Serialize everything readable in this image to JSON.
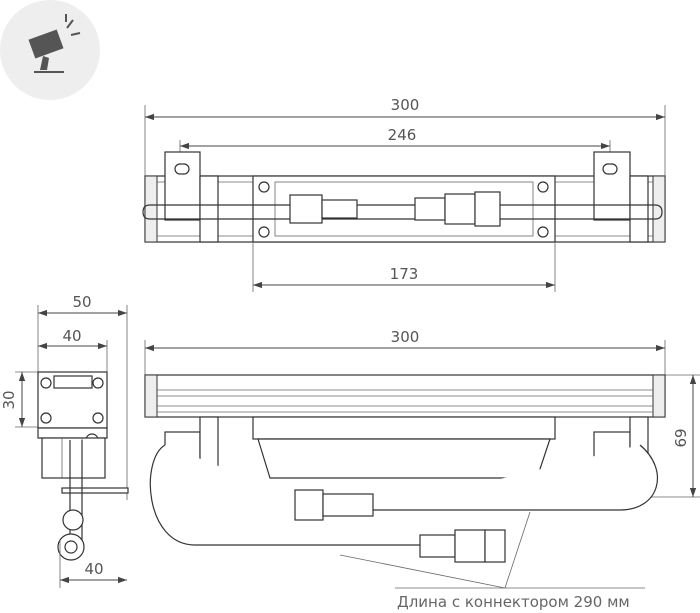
{
  "top_view": {
    "dim_overall": "300",
    "dim_mount_spacing": "246",
    "dim_driver_length": "173"
  },
  "side_view": {
    "dim_width": "50",
    "dim_bracket_width": "40",
    "dim_height": "30",
    "dim_base_width": "40"
  },
  "front_view": {
    "dim_overall": "300",
    "dim_height": "69",
    "cable_note": "Длина с коннектором 290 мм"
  },
  "icon": {
    "name": "floodlight-icon",
    "badge_color": "#eeeeee",
    "icon_color": "#555555"
  }
}
